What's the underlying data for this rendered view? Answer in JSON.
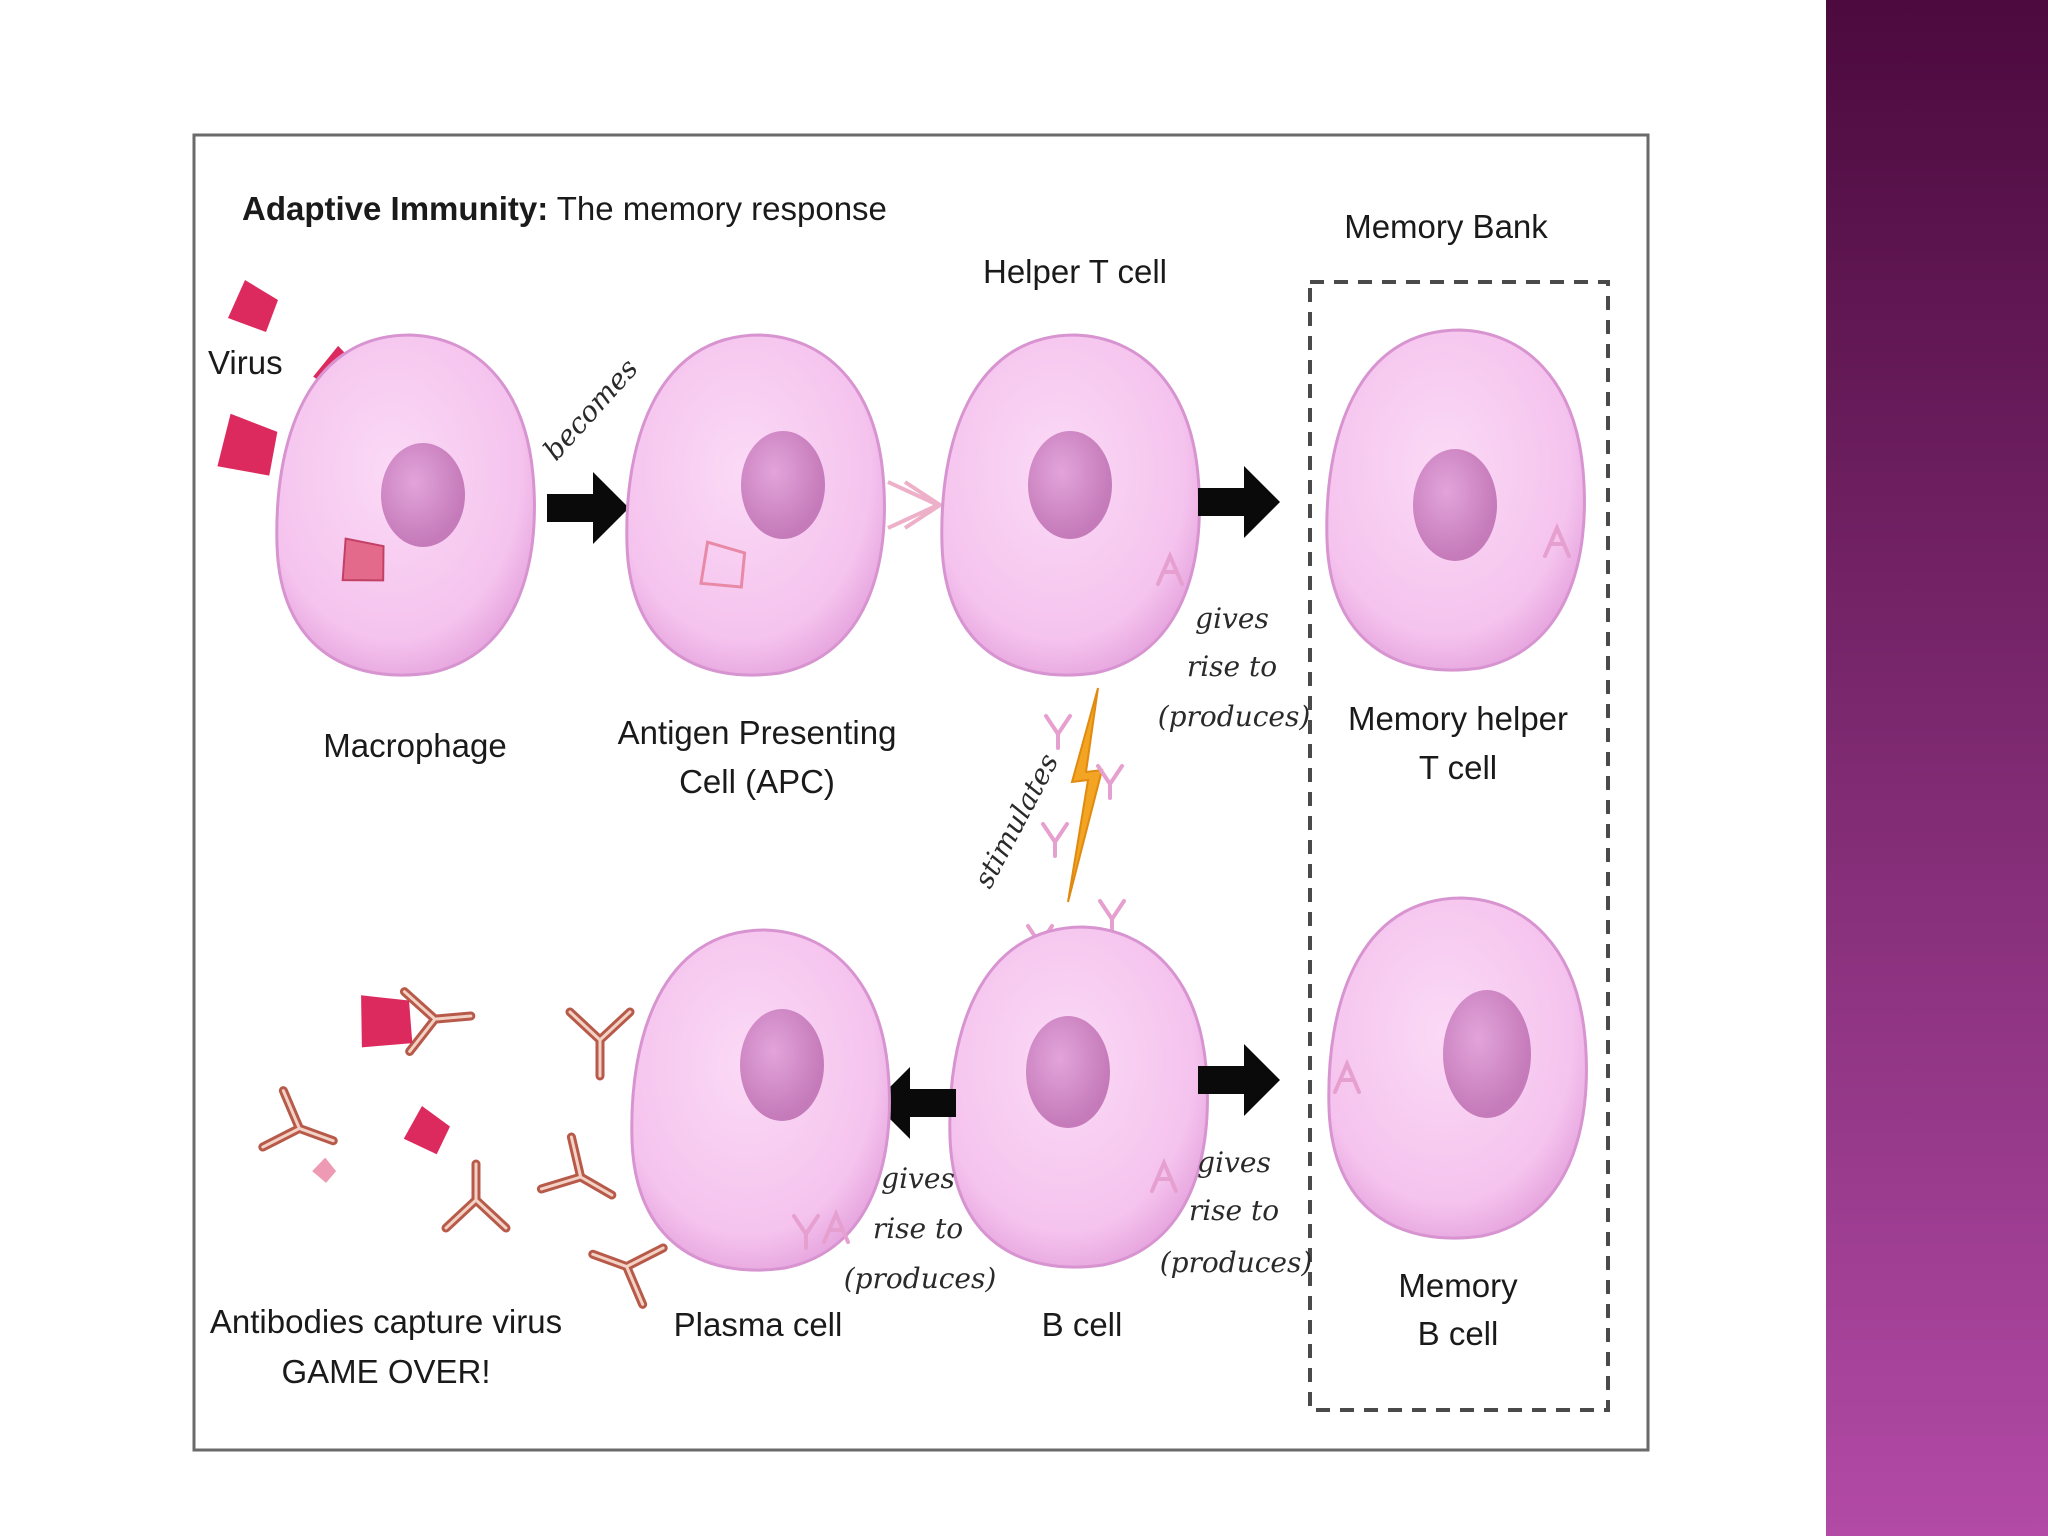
{
  "colors": {
    "panel_top": "#4c0a3e",
    "panel_bottom": "#b24aa6",
    "cell_fill": "#f7c9f1",
    "cell_edge": "#d894d0",
    "nucleus": "#cf86c6",
    "virus": "#dc2a5e",
    "antibody": "#b85a4a",
    "arrow": "#0a0a0a",
    "lightning": "#f2a422",
    "frame": "#6a6a6a"
  },
  "diagram": {
    "title_bold": "Adaptive Immunity:",
    "title_rest": " The memory response",
    "memory_bank_title": "Memory Bank",
    "helper_t_title": "Helper T cell",
    "virus_label": "Virus",
    "macrophage_label": "Macrophage",
    "apc_label_line1": "Antigen Presenting",
    "apc_label_line2": "Cell (APC)",
    "memory_helper_line1": "Memory helper",
    "memory_helper_line2": "T cell",
    "memory_b_line1": "Memory",
    "memory_b_line2": "B cell",
    "b_cell_label": "B cell",
    "plasma_cell_label": "Plasma cell",
    "antibodies_line1": "Antibodies capture virus",
    "antibodies_line2": "GAME OVER!",
    "becomes": "becomes",
    "stimulates": "stimulates",
    "gives_rise_1": "gives",
    "gives_rise_2": "rise to",
    "gives_rise_3": "(produces)"
  }
}
